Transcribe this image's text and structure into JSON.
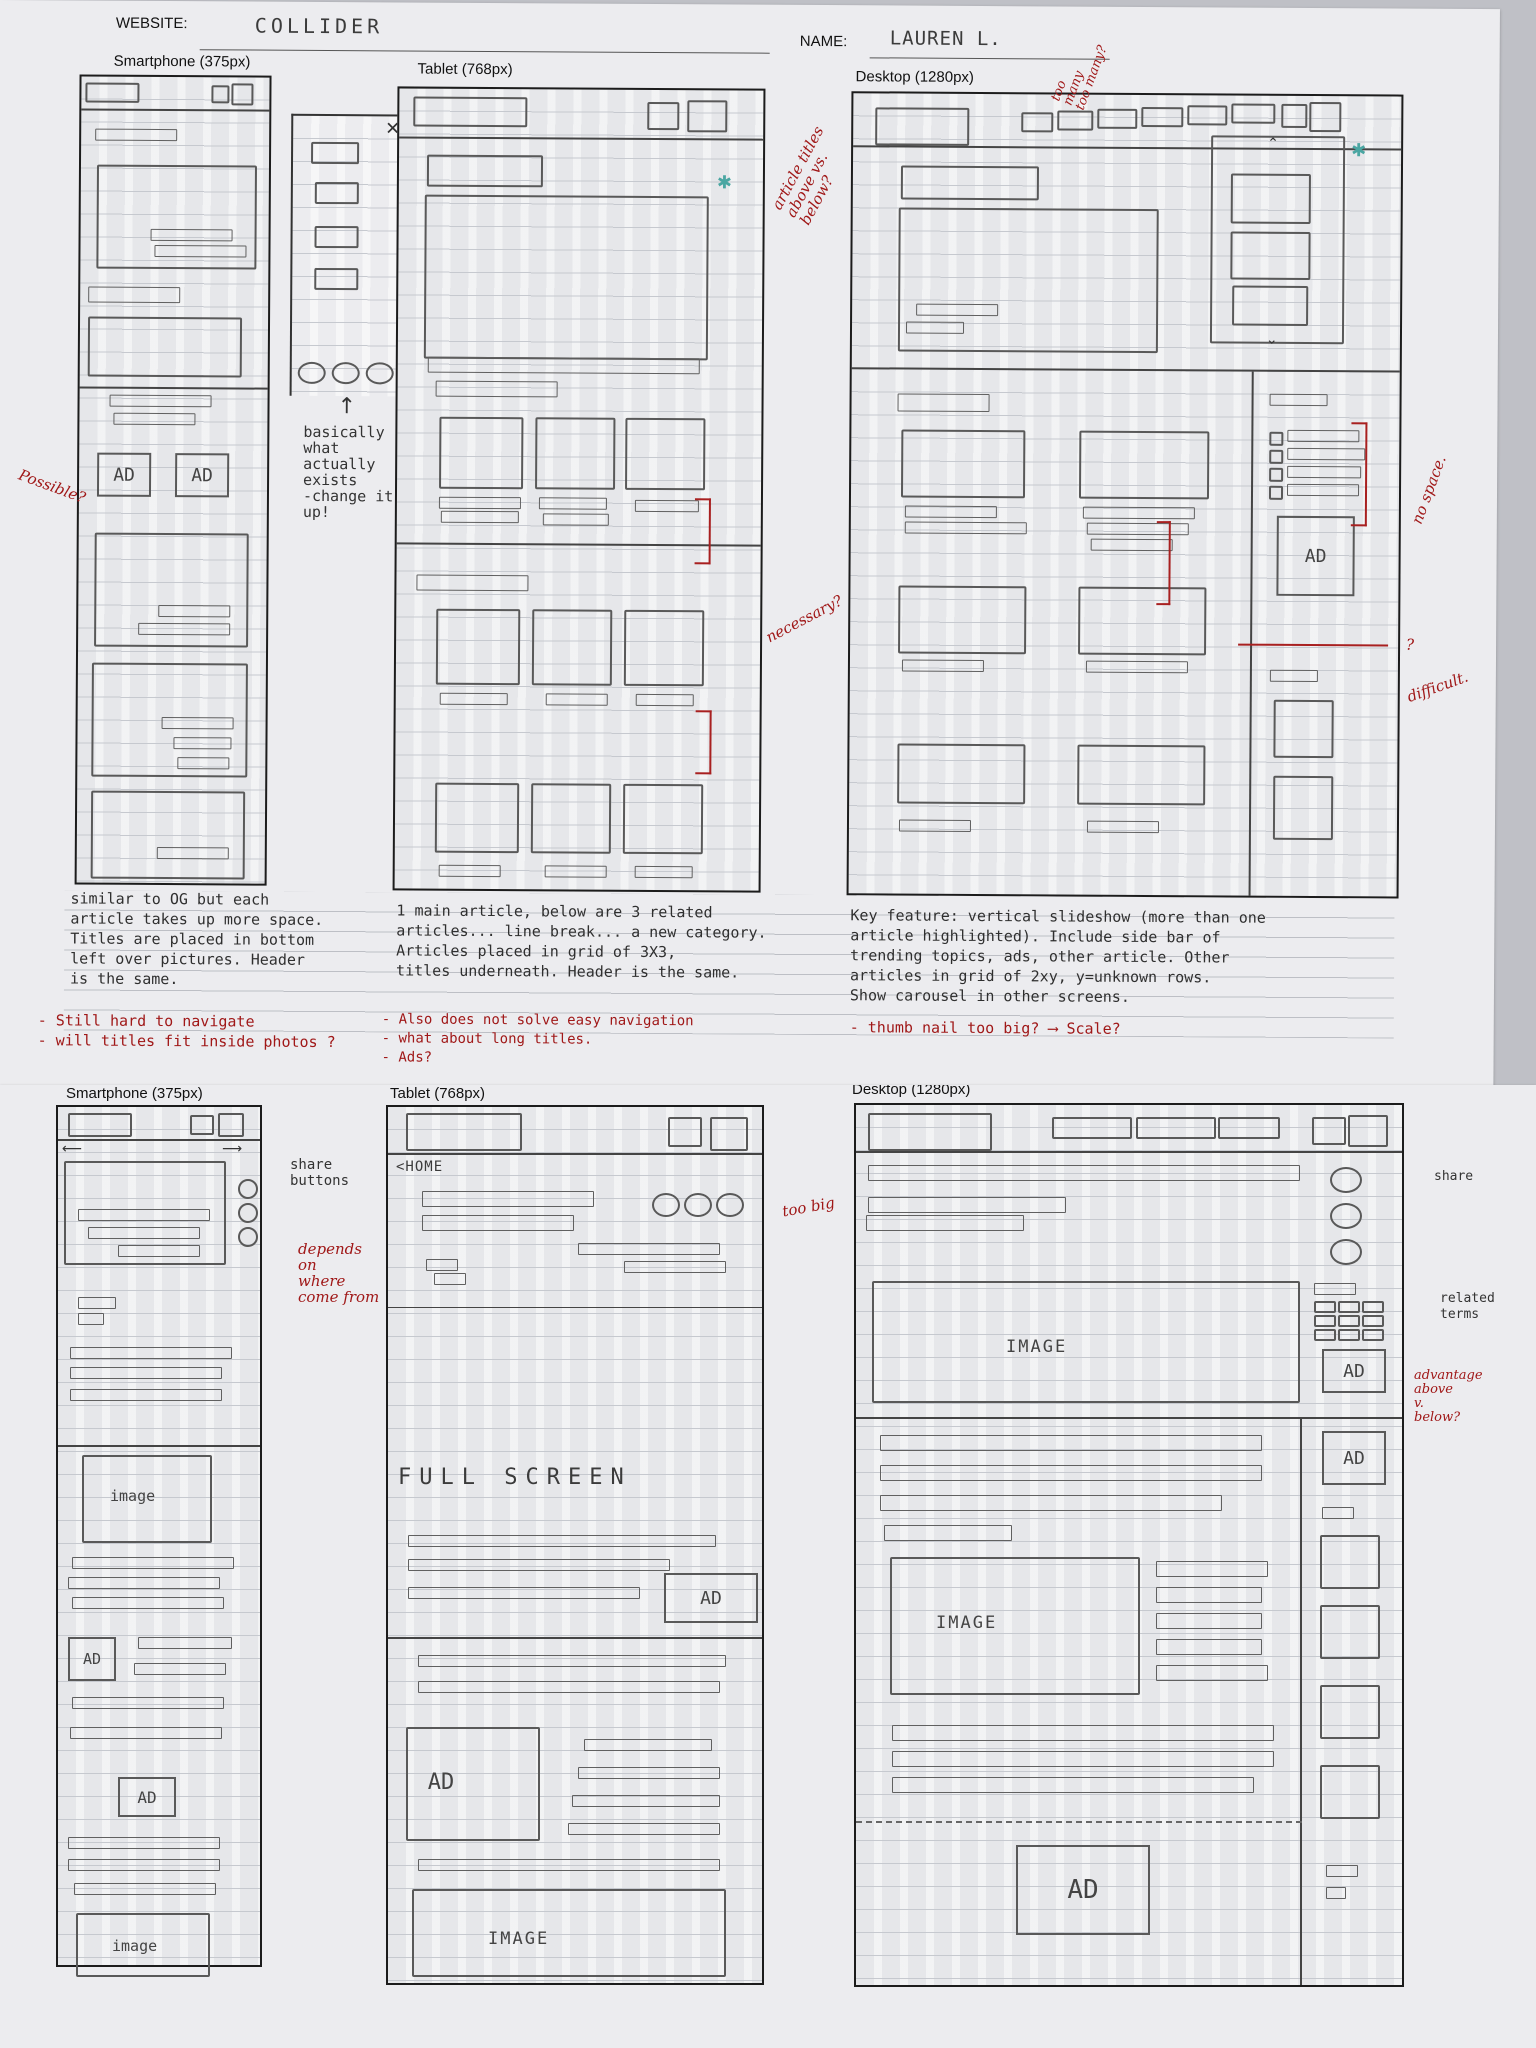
{
  "header": {
    "website_label": "WEBSITE:",
    "website_value": "COLLIDER",
    "name_label": "NAME:",
    "name_value": "LAUREN L."
  },
  "sheet1": {
    "labels": {
      "phone": "Smartphone (375px)",
      "tablet": "Tablet (768px)",
      "desktop": "Desktop (1280px)"
    },
    "notes": {
      "phone": "similar to OG but each\narticle takes up more space.\nTitles are placed in bottom\nleft over pictures. Header\nis the same.",
      "tablet": "1 main article, below are 3 related\narticles... line break... a new category.\nArticles placed in grid of 3X3,\ntitles underneath. Header is the same.",
      "desktop": "Key feature: vertical slideshow (more than one\narticle highlighted). Include side bar of\ntrending topics, ads, other article. Other\narticles in grid of 2xy, y=unknown rows.\nShow carousel in other screens."
    },
    "red_notes": {
      "phone": "- Still hard to navigate\n- will titles fit inside photos ?",
      "tablet": "- Also does not solve easy navigation\n- what about long titles.\n- Ads?",
      "desktop": "- thumb nail too big? ⟶ Scale?"
    },
    "annotations": {
      "possible": "Possible?",
      "basically": "basically\nwhat\nactually\nexists\n-change it\nup!",
      "article_titles": "article titles\nabove vs.\nbelow?",
      "necessary": "necessary?",
      "too_many": "too\nmany\ntoo many?",
      "no_space": "no space.",
      "question": "?",
      "difficult": "difficult."
    },
    "ads": [
      "AD",
      "AD",
      "AD"
    ]
  },
  "sheet2": {
    "labels": {
      "phone": "Smartphone (375px)",
      "tablet": "Tablet (768px)",
      "desktop": "Desktop (1280px)"
    },
    "annotations": {
      "share_buttons": "share\nbuttons",
      "depends": "depends\non\nwhere\ncome from",
      "home": "<HOME",
      "full_screen": "FULL SCREEN",
      "too_big": "too big",
      "share": "share",
      "related_terms": "related\nterms",
      "advantage": "advantage\nabove\nv.\nbelow?"
    },
    "image_words": {
      "phone_1": "image",
      "phone_2": "image",
      "tablet": "IMAGE",
      "desktop_1": "IMAGE",
      "desktop_2": "IMAGE"
    },
    "ads": [
      "AD",
      "AD",
      "AD",
      "AD",
      "AD",
      "AD",
      "AD"
    ]
  }
}
